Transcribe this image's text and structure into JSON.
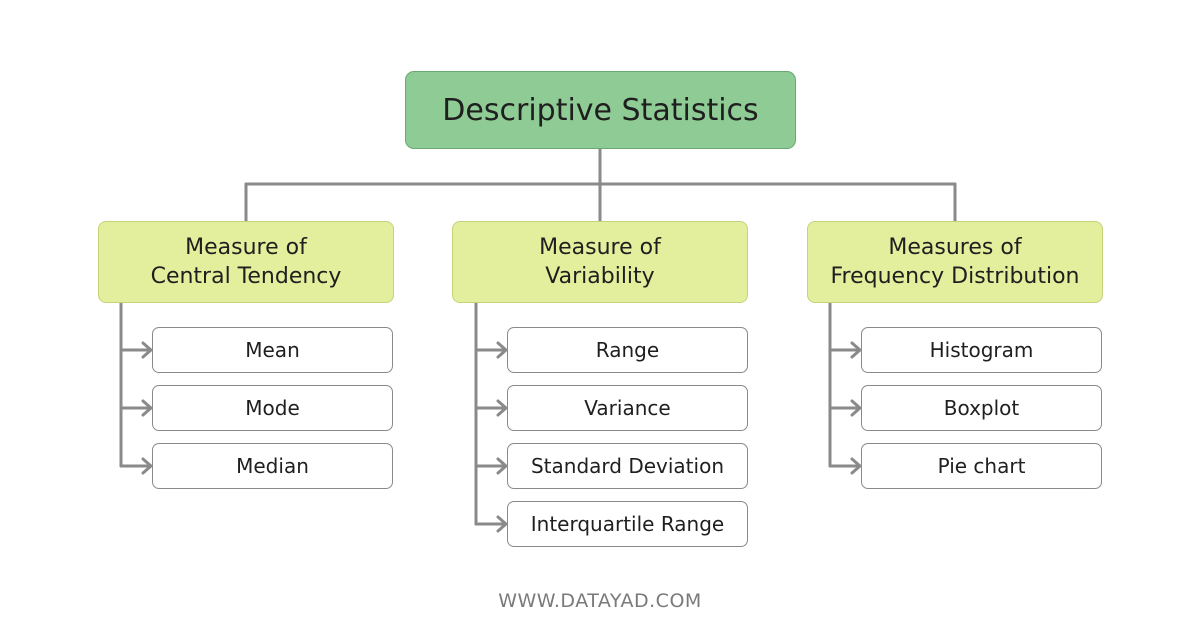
{
  "root": {
    "label": "Descriptive Statistics"
  },
  "categories": [
    {
      "line1": "Measure of",
      "line2": "Central Tendency",
      "items": [
        "Mean",
        "Mode",
        "Median"
      ]
    },
    {
      "line1": "Measure of",
      "line2": "Variability",
      "items": [
        "Range",
        "Variance",
        "Standard Deviation",
        "Interquartile Range"
      ]
    },
    {
      "line1": "Measures of",
      "line2": "Frequency Distribution",
      "items": [
        "Histogram",
        "Boxplot",
        "Pie chart"
      ]
    }
  ],
  "footer": {
    "text": "WWW.DATAYAD.COM"
  },
  "colors": {
    "root_fill": "#8fcb94",
    "category_fill": "#e3ef9c",
    "connector": "#8a8a8a"
  }
}
